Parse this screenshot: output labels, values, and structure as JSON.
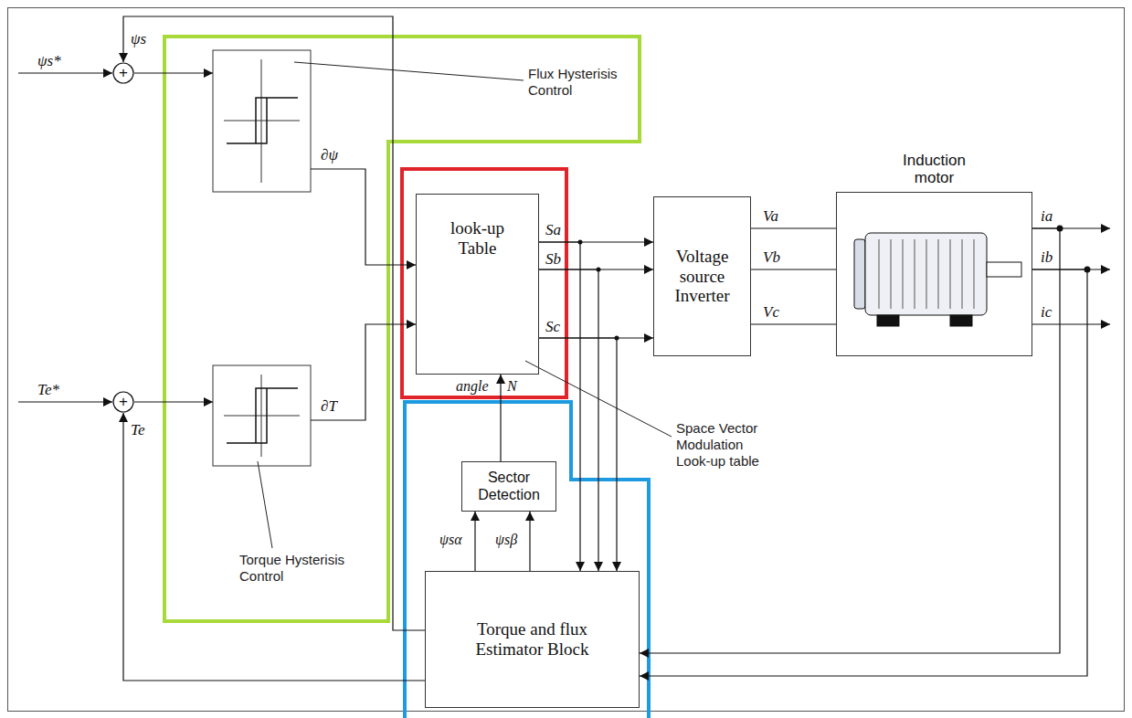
{
  "diagram": {
    "nodes": [
      {
        "text": [
          "+"
        ]
      },
      {
        "text": [
          "+"
        ]
      },
      {
        "text": [
          "look-up Table"
        ]
      },
      {
        "text": [
          "Voltage source Inverter"
        ]
      },
      {
        "text": [
          "Induction motor"
        ]
      },
      {
        "text": [
          "Sector Detection"
        ]
      },
      {
        "text": [
          "Torque and flux Estimator Block"
        ]
      }
    ],
    "edges": [
      {
        "from": 2,
        "to": 3,
        "arrow": "to",
        "label": "Sa"
      },
      {
        "from": 2,
        "to": 3,
        "arrow": "to",
        "label": "Sb"
      },
      {
        "from": 2,
        "to": 3,
        "arrow": "to",
        "label": "Sc"
      },
      {
        "from": 2,
        "to": 6,
        "arrow": "to"
      },
      {
        "from": 2,
        "to": 6,
        "arrow": "to"
      },
      {
        "from": 2,
        "to": 6,
        "arrow": "to"
      },
      {
        "from": 3,
        "to": 4,
        "arrow": "none",
        "label": "Va"
      },
      {
        "from": 3,
        "to": 4,
        "arrow": "none",
        "label": "Vb"
      },
      {
        "from": 3,
        "to": 4,
        "arrow": "none",
        "label": "Vc"
      },
      {
        "from": 4,
        "to": 6,
        "arrow": "to"
      },
      {
        "from": 4,
        "to": 6,
        "arrow": "to"
      },
      {
        "from": 6,
        "to": 5,
        "arrow": "to",
        "label": "ψsα"
      },
      {
        "from": 6,
        "to": 5,
        "arrow": "to",
        "label": "ψsβ"
      },
      {
        "from": 5,
        "to": 2,
        "arrow": "to"
      },
      {
        "from": 6,
        "to": 0,
        "arrow": "to",
        "label": "ψs"
      },
      {
        "from": 6,
        "to": 1,
        "arrow": "to",
        "label": "Te"
      }
    ],
    "labels": [
      "ψs*",
      "Te*",
      "∂ψ",
      "∂T",
      "angle",
      "N",
      "ia",
      "ib",
      "ic",
      "Flux Hysterisis Control",
      "Torque Hysterisis Control",
      "Space Vector Modulation Look-up table"
    ]
  }
}
